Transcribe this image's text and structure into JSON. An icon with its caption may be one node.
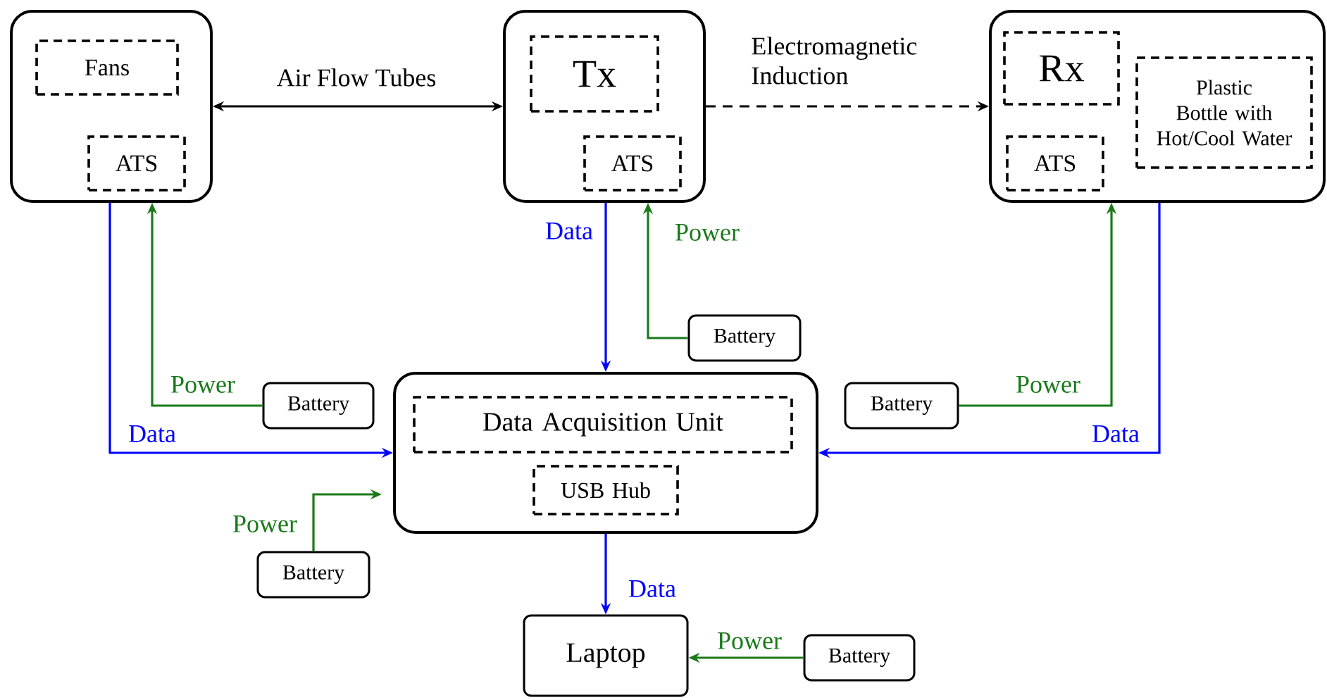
{
  "diagram": {
    "nodes": [
      {
        "text": [],
        "shape": "box"
      },
      {
        "text": [
          "Fans"
        ],
        "in": 0
      },
      {
        "text": [
          "ATS"
        ],
        "in": 0
      },
      {
        "text": [],
        "shape": "box"
      },
      {
        "text": [
          "Tx"
        ],
        "in": 3
      },
      {
        "text": [
          "ATS"
        ],
        "in": 3
      },
      {
        "text": [],
        "shape": "box"
      },
      {
        "text": [
          "Rx"
        ],
        "in": 6
      },
      {
        "text": [
          "Plastic Bottle with Hot/Cool Water"
        ],
        "in": 6
      },
      {
        "text": [
          "ATS"
        ],
        "in": 6
      },
      {
        "text": [],
        "shape": "box"
      },
      {
        "text": [
          "Data Acquisition Unit"
        ],
        "in": 10
      },
      {
        "text": [
          "USB Hub"
        ],
        "in": 10
      },
      {
        "text": [
          "Laptop"
        ]
      },
      {
        "text": [
          "Battery"
        ]
      },
      {
        "text": [
          "Battery"
        ]
      },
      {
        "text": [
          "Battery"
        ]
      },
      {
        "text": [
          "Battery"
        ]
      },
      {
        "text": [
          "Battery"
        ]
      }
    ],
    "edges": [
      {
        "from": 0,
        "to": 3,
        "arrow": "both",
        "label": "Air Flow Tubes",
        "color": "#000000"
      },
      {
        "from": 3,
        "to": 6,
        "arrow": "to",
        "label": "Electromagnetic Induction",
        "style": "dashed",
        "color": "#000000"
      },
      {
        "from": 0,
        "to": 10,
        "arrow": "to",
        "label": "Data",
        "color": "#0000ff"
      },
      {
        "from": 15,
        "to": 0,
        "arrow": "to",
        "label": "Power",
        "color": "#1a7a1a"
      },
      {
        "from": 3,
        "to": 10,
        "arrow": "to",
        "label": "Data",
        "color": "#0000ff"
      },
      {
        "from": 14,
        "to": 3,
        "arrow": "to",
        "label": "Power",
        "color": "#1a7a1a"
      },
      {
        "from": 6,
        "to": 10,
        "arrow": "to",
        "label": "Data",
        "color": "#0000ff"
      },
      {
        "from": 16,
        "to": 6,
        "arrow": "to",
        "label": "Power",
        "color": "#1a7a1a"
      },
      {
        "from": 17,
        "to": 10,
        "arrow": "to",
        "label": "Power",
        "color": "#1a7a1a"
      },
      {
        "from": 10,
        "to": 13,
        "arrow": "to",
        "label": "Data",
        "color": "#0000ff"
      },
      {
        "from": 18,
        "to": 13,
        "arrow": "to",
        "label": "Power",
        "color": "#1a7a1a"
      }
    ]
  }
}
